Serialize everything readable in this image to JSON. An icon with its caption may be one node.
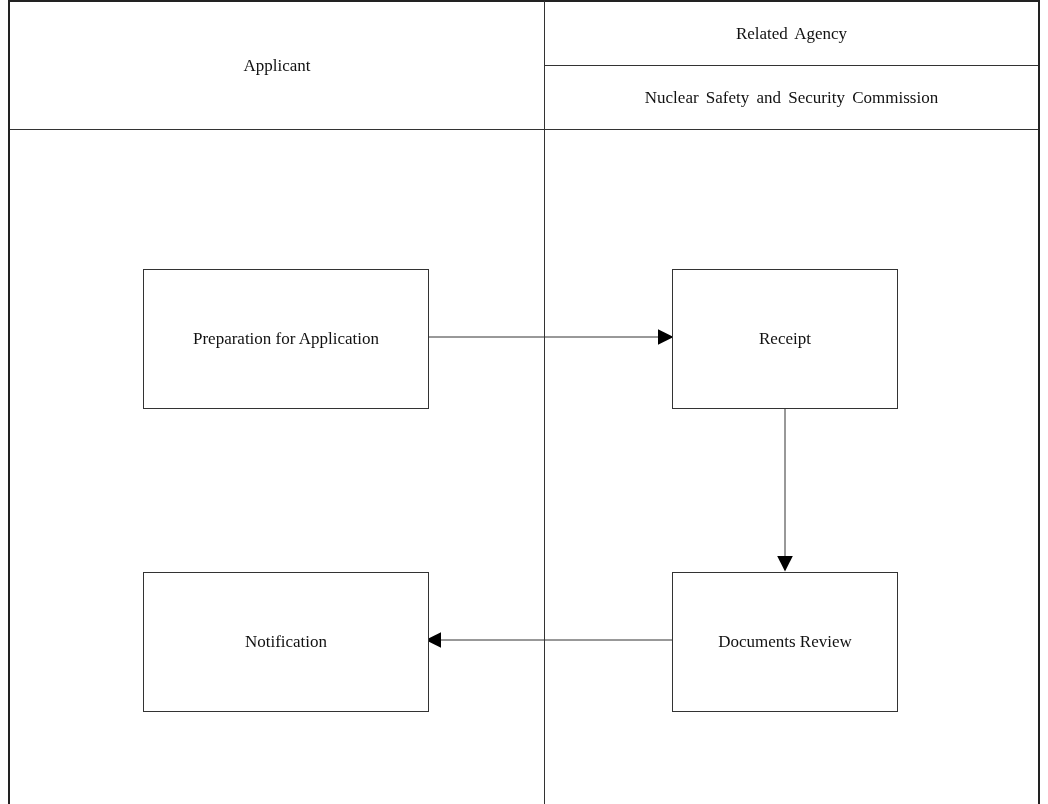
{
  "diagram": {
    "nodes": [
      {
        "text": [
          "Applicant"
        ]
      },
      {
        "text": [
          "Related Agency",
          "Nuclear Safety and Security Commission"
        ]
      },
      {
        "text": [
          "Preparation for Application"
        ],
        "in": 0
      },
      {
        "text": [
          "Receipt"
        ],
        "in": 1
      },
      {
        "text": [
          "Notification"
        ],
        "in": 0
      },
      {
        "text": [
          "Documents Review"
        ],
        "in": 1
      }
    ],
    "edges": [
      {
        "from": 2,
        "to": 3,
        "arrow": "to"
      },
      {
        "from": 3,
        "to": 5,
        "arrow": "to"
      },
      {
        "from": 5,
        "to": 4,
        "arrow": "to"
      }
    ]
  }
}
